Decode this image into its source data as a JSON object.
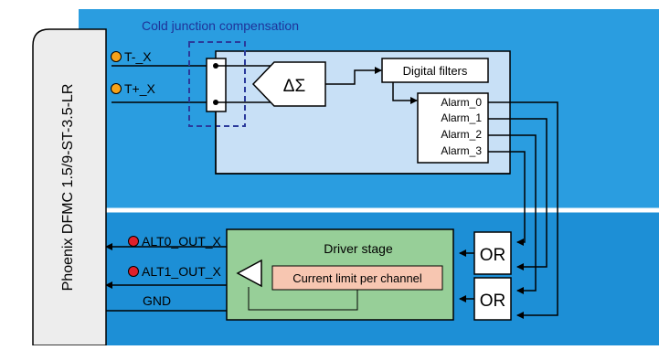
{
  "connector": {
    "label": "Phoenix DFMC 1.5/9-ST-3.5-LR"
  },
  "cjc": {
    "label": "Cold junction compensation"
  },
  "inputs": {
    "t_minus": "T-_X",
    "t_plus": "T+_X"
  },
  "adc": {
    "label": "ΔΣ"
  },
  "digital_filters": {
    "label": "Digital filters"
  },
  "alarms": [
    "Alarm_0",
    "Alarm_1",
    "Alarm_2",
    "Alarm_3"
  ],
  "driver": {
    "title": "Driver stage",
    "current_limit": "Current limit per channel"
  },
  "or_gates": [
    "OR",
    "OR"
  ],
  "outputs": {
    "alt0": "ALT0_OUT_X",
    "alt1": "ALT1_OUT_X",
    "gnd": "GND"
  },
  "colors": {
    "panel": "#2a9de0",
    "panel_dark": "#1d8fd6",
    "separator": "#ffffff",
    "afe_box": "#c8e0f6",
    "driver_box": "#97cf98",
    "current_limit": "#f7c6b1",
    "cjc_dash": "#2b3a9b",
    "cjc_text": "#1f3399",
    "input_dot": "#f6a21a",
    "output_dot": "#e0202a",
    "connector_fill": "#ededed",
    "wire": "#000000"
  }
}
